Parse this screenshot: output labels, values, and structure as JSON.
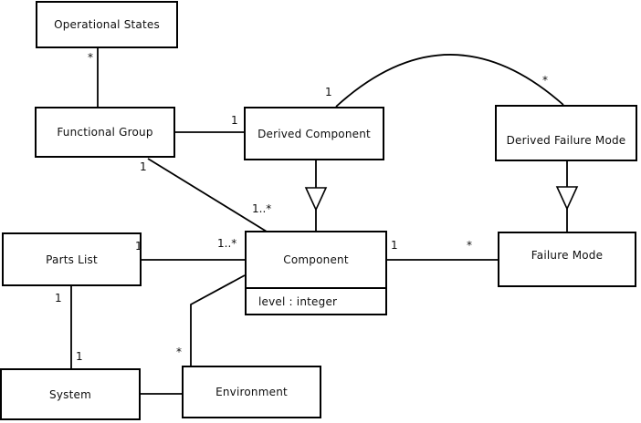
{
  "diagram": {
    "type": "uml-class-diagram",
    "nodes": {
      "operational_states": {
        "label": "Operational States"
      },
      "functional_group": {
        "label": "Functional Group"
      },
      "derived_component": {
        "label": "Derived Component"
      },
      "derived_failure_mode": {
        "label": "Derived Failure Mode"
      },
      "parts_list": {
        "label": "Parts List"
      },
      "component": {
        "label": "Component",
        "attribute": "level : integer"
      },
      "failure_mode": {
        "label": "Failure Mode"
      },
      "system": {
        "label": "System"
      },
      "environment": {
        "label": "Environment"
      }
    },
    "multiplicities": {
      "os_fg": "*",
      "fg_dc": "1",
      "fg_comp_src": "1",
      "fg_comp_dst": "1..*",
      "dc_dfm_src": "1",
      "dc_dfm_dst": "*",
      "pl_comp_src": "1",
      "pl_comp_dst": "1..*",
      "comp_fm_src": "1",
      "comp_fm_dst": "*",
      "pl_sys_src": "1",
      "pl_sys_dst": "1",
      "comp_env": "*"
    },
    "edges": [
      {
        "from": "Operational States",
        "to": "Functional Group",
        "type": "association",
        "from_multiplicity": "*"
      },
      {
        "from": "Functional Group",
        "to": "Derived Component",
        "type": "association",
        "to_multiplicity": "1"
      },
      {
        "from": "Functional Group",
        "to": "Component",
        "type": "association",
        "from_multiplicity": "1",
        "to_multiplicity": "1..*"
      },
      {
        "from": "Derived Component",
        "to": "Derived Failure Mode",
        "type": "association-arc",
        "from_multiplicity": "1",
        "to_multiplicity": "*"
      },
      {
        "from": "Derived Component",
        "to": "Component",
        "type": "generalization"
      },
      {
        "from": "Derived Failure Mode",
        "to": "Failure Mode",
        "type": "generalization"
      },
      {
        "from": "Parts List",
        "to": "Component",
        "type": "association",
        "from_multiplicity": "1",
        "to_multiplicity": "1..*"
      },
      {
        "from": "Component",
        "to": "Failure Mode",
        "type": "association",
        "from_multiplicity": "1",
        "to_multiplicity": "*"
      },
      {
        "from": "Parts List",
        "to": "System",
        "type": "association",
        "from_multiplicity": "1",
        "to_multiplicity": "1"
      },
      {
        "from": "Component",
        "to": "Environment",
        "type": "association",
        "to_multiplicity": "*"
      },
      {
        "from": "System",
        "to": "Environment",
        "type": "association"
      }
    ],
    "colors": {
      "line": "#000000",
      "box_fill": "#ffffff",
      "background": "#ffffff",
      "text": "#0e0e0e"
    }
  }
}
